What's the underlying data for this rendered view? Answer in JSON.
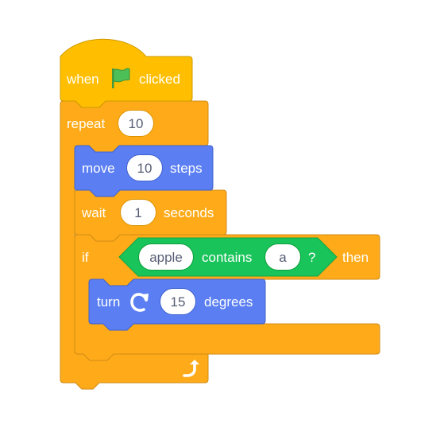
{
  "colors": {
    "events": "#ffbf00",
    "events_border": "#cc9900",
    "control": "#ffab19",
    "control_border": "#cf8b17",
    "motion": "#4c97ff",
    "motion_fill": "#5b7ff2",
    "motion_border": "#3f61cc",
    "operators": "#19c45a",
    "operators_border": "#0fa447",
    "label_text": "#ffffff",
    "input_text": "#575e75"
  },
  "script": {
    "hat": {
      "word_when": "when",
      "icon": "green-flag-icon",
      "word_clicked": "clicked"
    },
    "repeat": {
      "label": "repeat",
      "count": "10",
      "end_icon": "loop-arrow-icon"
    },
    "move": {
      "label": "move",
      "steps": "10",
      "suffix": "steps"
    },
    "wait": {
      "label": "wait",
      "seconds": "1",
      "suffix": "seconds"
    },
    "if_block": {
      "label_if": "if",
      "label_then": "then",
      "condition": {
        "left": "apple",
        "operator": "contains",
        "right": "a",
        "suffix": "?"
      }
    },
    "turn": {
      "label": "turn",
      "icon": "rotate-right-icon",
      "degrees": "15",
      "suffix": "degrees"
    }
  }
}
